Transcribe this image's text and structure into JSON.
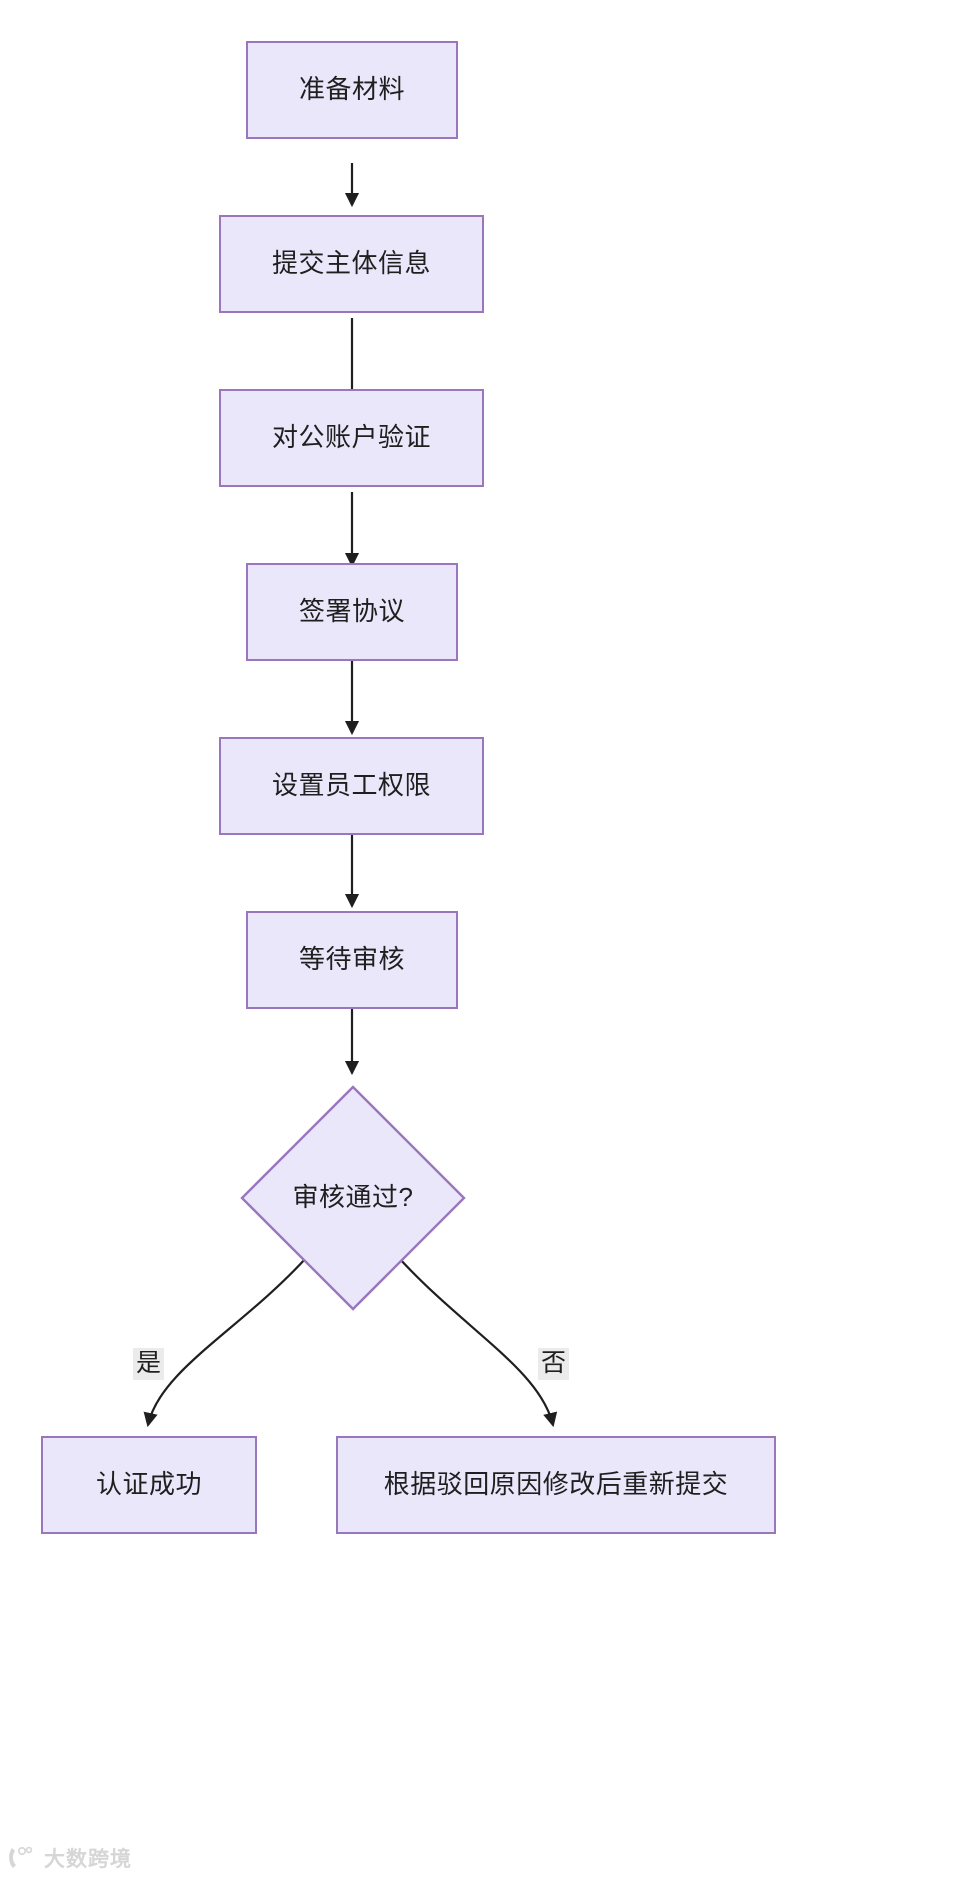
{
  "diagram": {
    "type": "flowchart",
    "direction": "top-to-bottom",
    "title": "",
    "theme": {
      "node_fill": "#ebe7fb",
      "node_border": "#9a76bd",
      "edge_color": "#1f1f1f",
      "text_color": "#1f1f1f",
      "edge_label_bg": "#ebebeb",
      "background": "#ffffff"
    },
    "nodes": [
      {
        "id": "n1",
        "shape": "rectangle",
        "label": "准备材料"
      },
      {
        "id": "n2",
        "shape": "rectangle",
        "label": "提交主体信息"
      },
      {
        "id": "n3",
        "shape": "rectangle",
        "label": "对公账户验证"
      },
      {
        "id": "n4",
        "shape": "rectangle",
        "label": "签署协议"
      },
      {
        "id": "n5",
        "shape": "rectangle",
        "label": "设置员工权限"
      },
      {
        "id": "n6",
        "shape": "rectangle",
        "label": "等待审核"
      },
      {
        "id": "n7",
        "shape": "diamond",
        "label": "审核通过?"
      },
      {
        "id": "n8",
        "shape": "rectangle",
        "label": "认证成功"
      },
      {
        "id": "n9",
        "shape": "rectangle",
        "label": "根据驳回原因修改后重新提交"
      }
    ],
    "edges": [
      {
        "from": "n1",
        "to": "n2",
        "label": ""
      },
      {
        "from": "n2",
        "to": "n3",
        "label": ""
      },
      {
        "from": "n3",
        "to": "n4",
        "label": ""
      },
      {
        "from": "n4",
        "to": "n5",
        "label": ""
      },
      {
        "from": "n5",
        "to": "n6",
        "label": ""
      },
      {
        "from": "n6",
        "to": "n7",
        "label": ""
      },
      {
        "from": "n7",
        "to": "n8",
        "label": "是"
      },
      {
        "from": "n7",
        "to": "n9",
        "label": "否"
      }
    ]
  },
  "watermark": {
    "text": "大数跨境"
  }
}
